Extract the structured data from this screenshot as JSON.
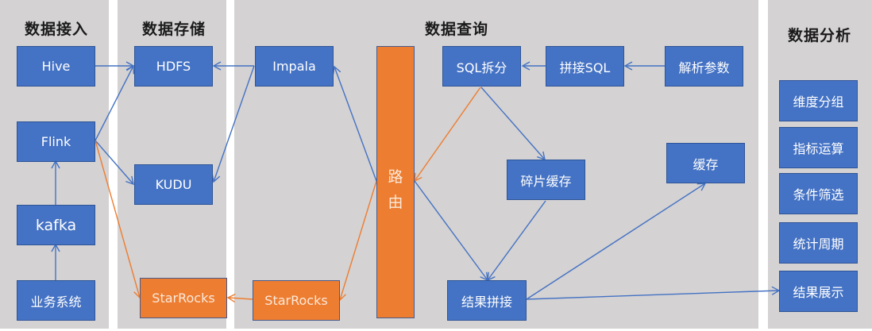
{
  "colors": {
    "panel_bg": "#d4d2d2",
    "node_blue": "#4472c4",
    "node_orange": "#ed7d31",
    "edge_blue": "#4472c4",
    "edge_orange": "#ed7d31"
  },
  "sections": [
    {
      "id": "ingest",
      "title": "数据接入"
    },
    {
      "id": "storage",
      "title": "数据存储"
    },
    {
      "id": "query",
      "title": "数据查询"
    },
    {
      "id": "analysis",
      "title": "数据分析"
    }
  ],
  "nodes": {
    "hive": "Hive",
    "flink": "Flink",
    "kafka": "kafka",
    "biz_system": "业务系统",
    "hdfs": "HDFS",
    "kudu": "KUDU",
    "starrocks_store": "StarRocks",
    "impala": "Impala",
    "starrocks_query": "StarRocks",
    "router_char1": "路",
    "router_char2": "由",
    "sql_split": "SQL拆分",
    "concat_sql": "拼接SQL",
    "parse_params": "解析参数",
    "fragment_cache": "碎片缓存",
    "cache": "缓存",
    "result_merge": "结果拼接",
    "dimension_group": "维度分组",
    "metric_calc": "指标运算",
    "condition_filter": "条件筛选",
    "stat_period": "统计周期",
    "result_display": "结果展示"
  },
  "edges": [
    {
      "from": "Hive",
      "to": "HDFS",
      "color": "blue"
    },
    {
      "from": "Flink",
      "to": "HDFS",
      "color": "blue"
    },
    {
      "from": "Flink",
      "to": "KUDU",
      "color": "blue"
    },
    {
      "from": "Flink",
      "to": "StarRocks (存储)",
      "color": "orange"
    },
    {
      "from": "kafka",
      "to": "Flink",
      "color": "blue"
    },
    {
      "from": "业务系统",
      "to": "kafka",
      "color": "blue"
    },
    {
      "from": "Impala",
      "to": "HDFS",
      "color": "blue"
    },
    {
      "from": "Impala",
      "to": "KUDU",
      "color": "blue"
    },
    {
      "from": "路由",
      "to": "Impala",
      "color": "blue"
    },
    {
      "from": "路由",
      "to": "StarRocks (查询)",
      "color": "orange"
    },
    {
      "from": "StarRocks (查询)",
      "to": "StarRocks (存储)",
      "color": "orange"
    },
    {
      "from": "SQL拆分",
      "to": "路由",
      "color": "orange"
    },
    {
      "from": "拼接SQL",
      "to": "SQL拆分",
      "color": "blue"
    },
    {
      "from": "解析参数",
      "to": "拼接SQL",
      "color": "blue"
    },
    {
      "from": "SQL拆分",
      "to": "碎片缓存",
      "color": "blue"
    },
    {
      "from": "碎片缓存",
      "to": "结果拼接",
      "color": "blue"
    },
    {
      "from": "路由",
      "to": "结果拼接",
      "color": "blue"
    },
    {
      "from": "结果拼接",
      "to": "缓存",
      "color": "blue"
    },
    {
      "from": "结果拼接",
      "to": "结果展示",
      "color": "blue"
    }
  ]
}
